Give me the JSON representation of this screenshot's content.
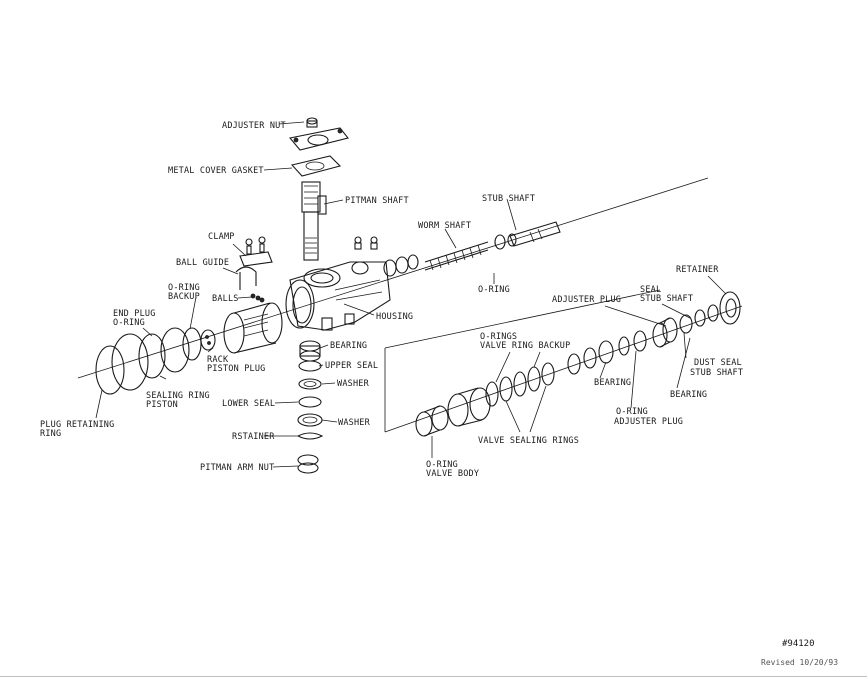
{
  "labels": {
    "adjuster_nut": "ADJUSTER NUT",
    "metal_cover_gasket": "METAL COVER GASKET",
    "pitman_shaft": "PITMAN SHAFT",
    "stub_shaft": "STUB SHAFT",
    "worm_shaft": "WORM SHAFT",
    "clamp": "CLAMP",
    "ball_guide": "BALL GUIDE",
    "oring_backup_1": "O-RING",
    "oring_backup_2": "BACKUP",
    "balls": "BALLS",
    "end_plug_1": "END PLUG",
    "end_plug_2": "O-RING",
    "housing": "HOUSING",
    "oring_right": "O-RING",
    "retainer_right": "RETAINER",
    "seal_stub_1": "SEAL",
    "seal_stub_2": "STUB SHAFT",
    "adjuster_plug": "ADJUSTER PLUG",
    "bearing_top": "BEARING",
    "rack_piston_1": "RACK",
    "rack_piston_2": "PISTON PLUG",
    "upper_seal": "UPPER SEAL",
    "washer_top": "WASHER",
    "orings_backup_1": "O-RINGS",
    "orings_backup_2": "VALVE RING BACKUP",
    "dust_seal_1": "DUST SEAL",
    "dust_seal_2": "STUB SHAFT",
    "sealing_ring_1": "SEALING RING",
    "sealing_ring_2": "PISTON",
    "lower_seal": "LOWER SEAL",
    "bearing_mid": "BEARING",
    "bearing_right": "BEARING",
    "plug_ret_1": "PLUG RETAINING",
    "plug_ret_2": "RING",
    "washer_bottom": "WASHER",
    "oring_adj_1": "O-RING",
    "oring_adj_2": "ADJUSTER PLUG",
    "retainer_left": "RSTAINER",
    "valve_sealing": "VALVE SEALING RINGS",
    "oring_valve_1": "O-RING",
    "oring_valve_2": "VALVE BODY",
    "pitman_arm_nut": "PITMAN ARM NUT"
  },
  "footer": {
    "part_id": "#94120",
    "revised": "Revised 10/20/93"
  }
}
